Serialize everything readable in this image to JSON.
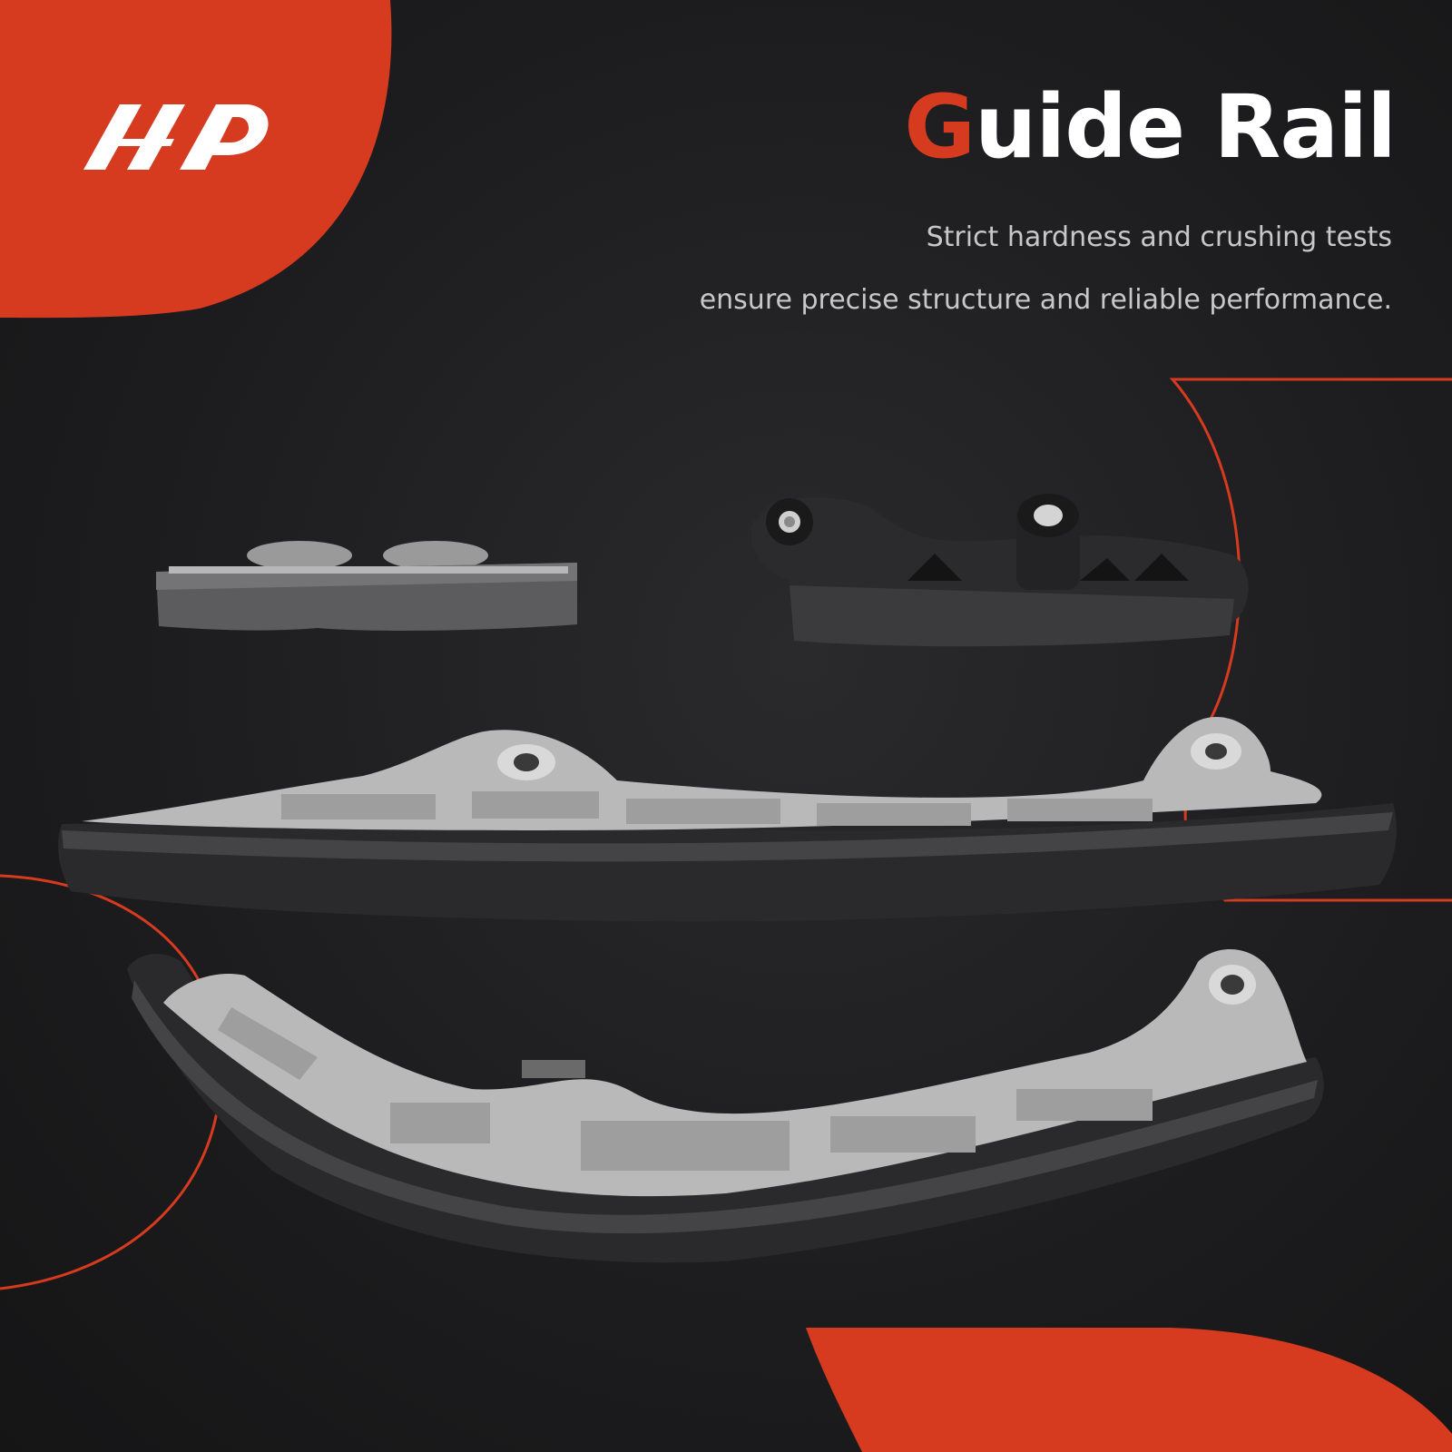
{
  "brand": {
    "logo_name": "a-premium-logo",
    "accent_color": "#d63a1f",
    "background_color": "#1e1e20"
  },
  "heading": {
    "title_first_letter": "G",
    "title_rest": "uide Rail"
  },
  "taglines": [
    "Strict hardness and crushing tests",
    "ensure precise structure and reliable performance."
  ],
  "product": {
    "parts": [
      "short-guide-rail",
      "tensioner-guide",
      "long-guide-rail",
      "curved-guide-rail"
    ]
  }
}
